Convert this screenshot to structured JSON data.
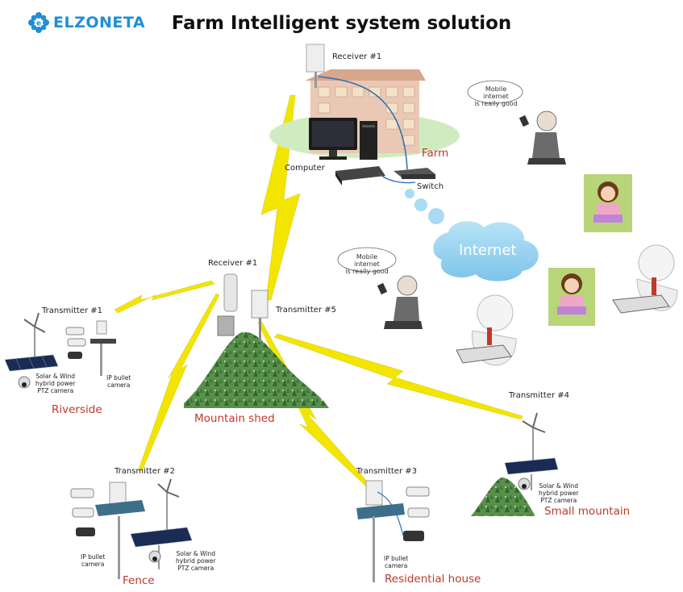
{
  "logo": {
    "text": "ELZONETA"
  },
  "title": "Farm Intelligent system solution",
  "farm": {
    "receiver_label": "Receiver #1",
    "computer_label": "Computer",
    "switch_label": "Switch",
    "place": "Farm"
  },
  "internet": {
    "label": "Internet"
  },
  "bubbles": {
    "top": [
      "Mobile internet",
      "is really good"
    ],
    "middle": [
      "Mobile internet",
      "is really good"
    ]
  },
  "central": {
    "receiver_label": "Receiver #1",
    "transmitter_label": "Transmitter #5",
    "place": "Mountain shed"
  },
  "sites": {
    "t1": {
      "label": "Transmitter #1",
      "ptz": [
        "Solar & Wind",
        "hybrid power",
        "PTZ camera"
      ],
      "bullet": [
        "IP bullet",
        "camera"
      ],
      "place": "Riverside"
    },
    "t2": {
      "label": "Transmitter #2",
      "bullet": [
        "IP bullet",
        "camera"
      ],
      "ptz": [
        "Solar & Wind",
        "hybrid power",
        "PTZ camera"
      ],
      "place": "Fence"
    },
    "t3": {
      "label": "Transmitter #3",
      "bullet": [
        "IP bullet",
        "camera"
      ],
      "place": "Residential house"
    },
    "t4": {
      "label": "Transmitter #4",
      "ptz": [
        "Solar & Wind",
        "hybrid power",
        "PTZ camera"
      ],
      "place": "Small mountain"
    }
  },
  "colors": {
    "lightning": "#f2e600",
    "place_text": "#c0392b",
    "logo": "#1f8fd6",
    "cloud": "#9fd4f0",
    "tree": "#3f7a3a"
  },
  "icons": [
    "logo-flower-icon",
    "antenna-icon",
    "building-icon",
    "computer-icon",
    "switch-icon",
    "cloud-icon",
    "lightning-icon",
    "mountain-icon",
    "wind-turbine-icon",
    "solar-panel-icon",
    "bullet-camera-icon",
    "ptz-camera-icon",
    "person-icon",
    "girl-laptop-icon",
    "figure-tablet-icon"
  ]
}
